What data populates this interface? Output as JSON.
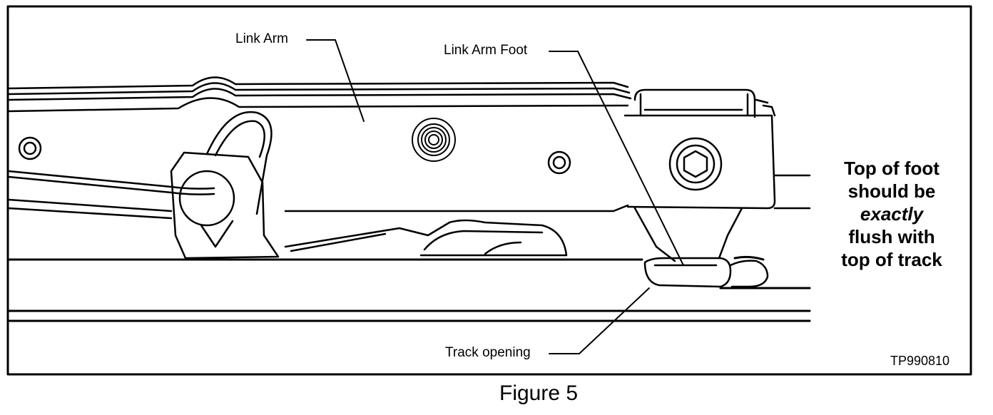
{
  "labels": {
    "link_arm": "Link Arm",
    "link_arm_foot": "Link Arm Foot",
    "track_opening": "Track opening"
  },
  "note": {
    "line1": "Top of foot",
    "line2": "should be",
    "line3": "exactly",
    "line4": "flush with",
    "line5": "top of track"
  },
  "figure_id": "TP990810",
  "caption": "Figure 5"
}
